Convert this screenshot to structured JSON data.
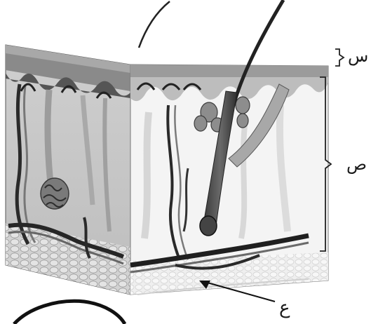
{
  "labels": {
    "epidermis": "س",
    "dermis": "ص",
    "hypodermis": "ع"
  }
}
